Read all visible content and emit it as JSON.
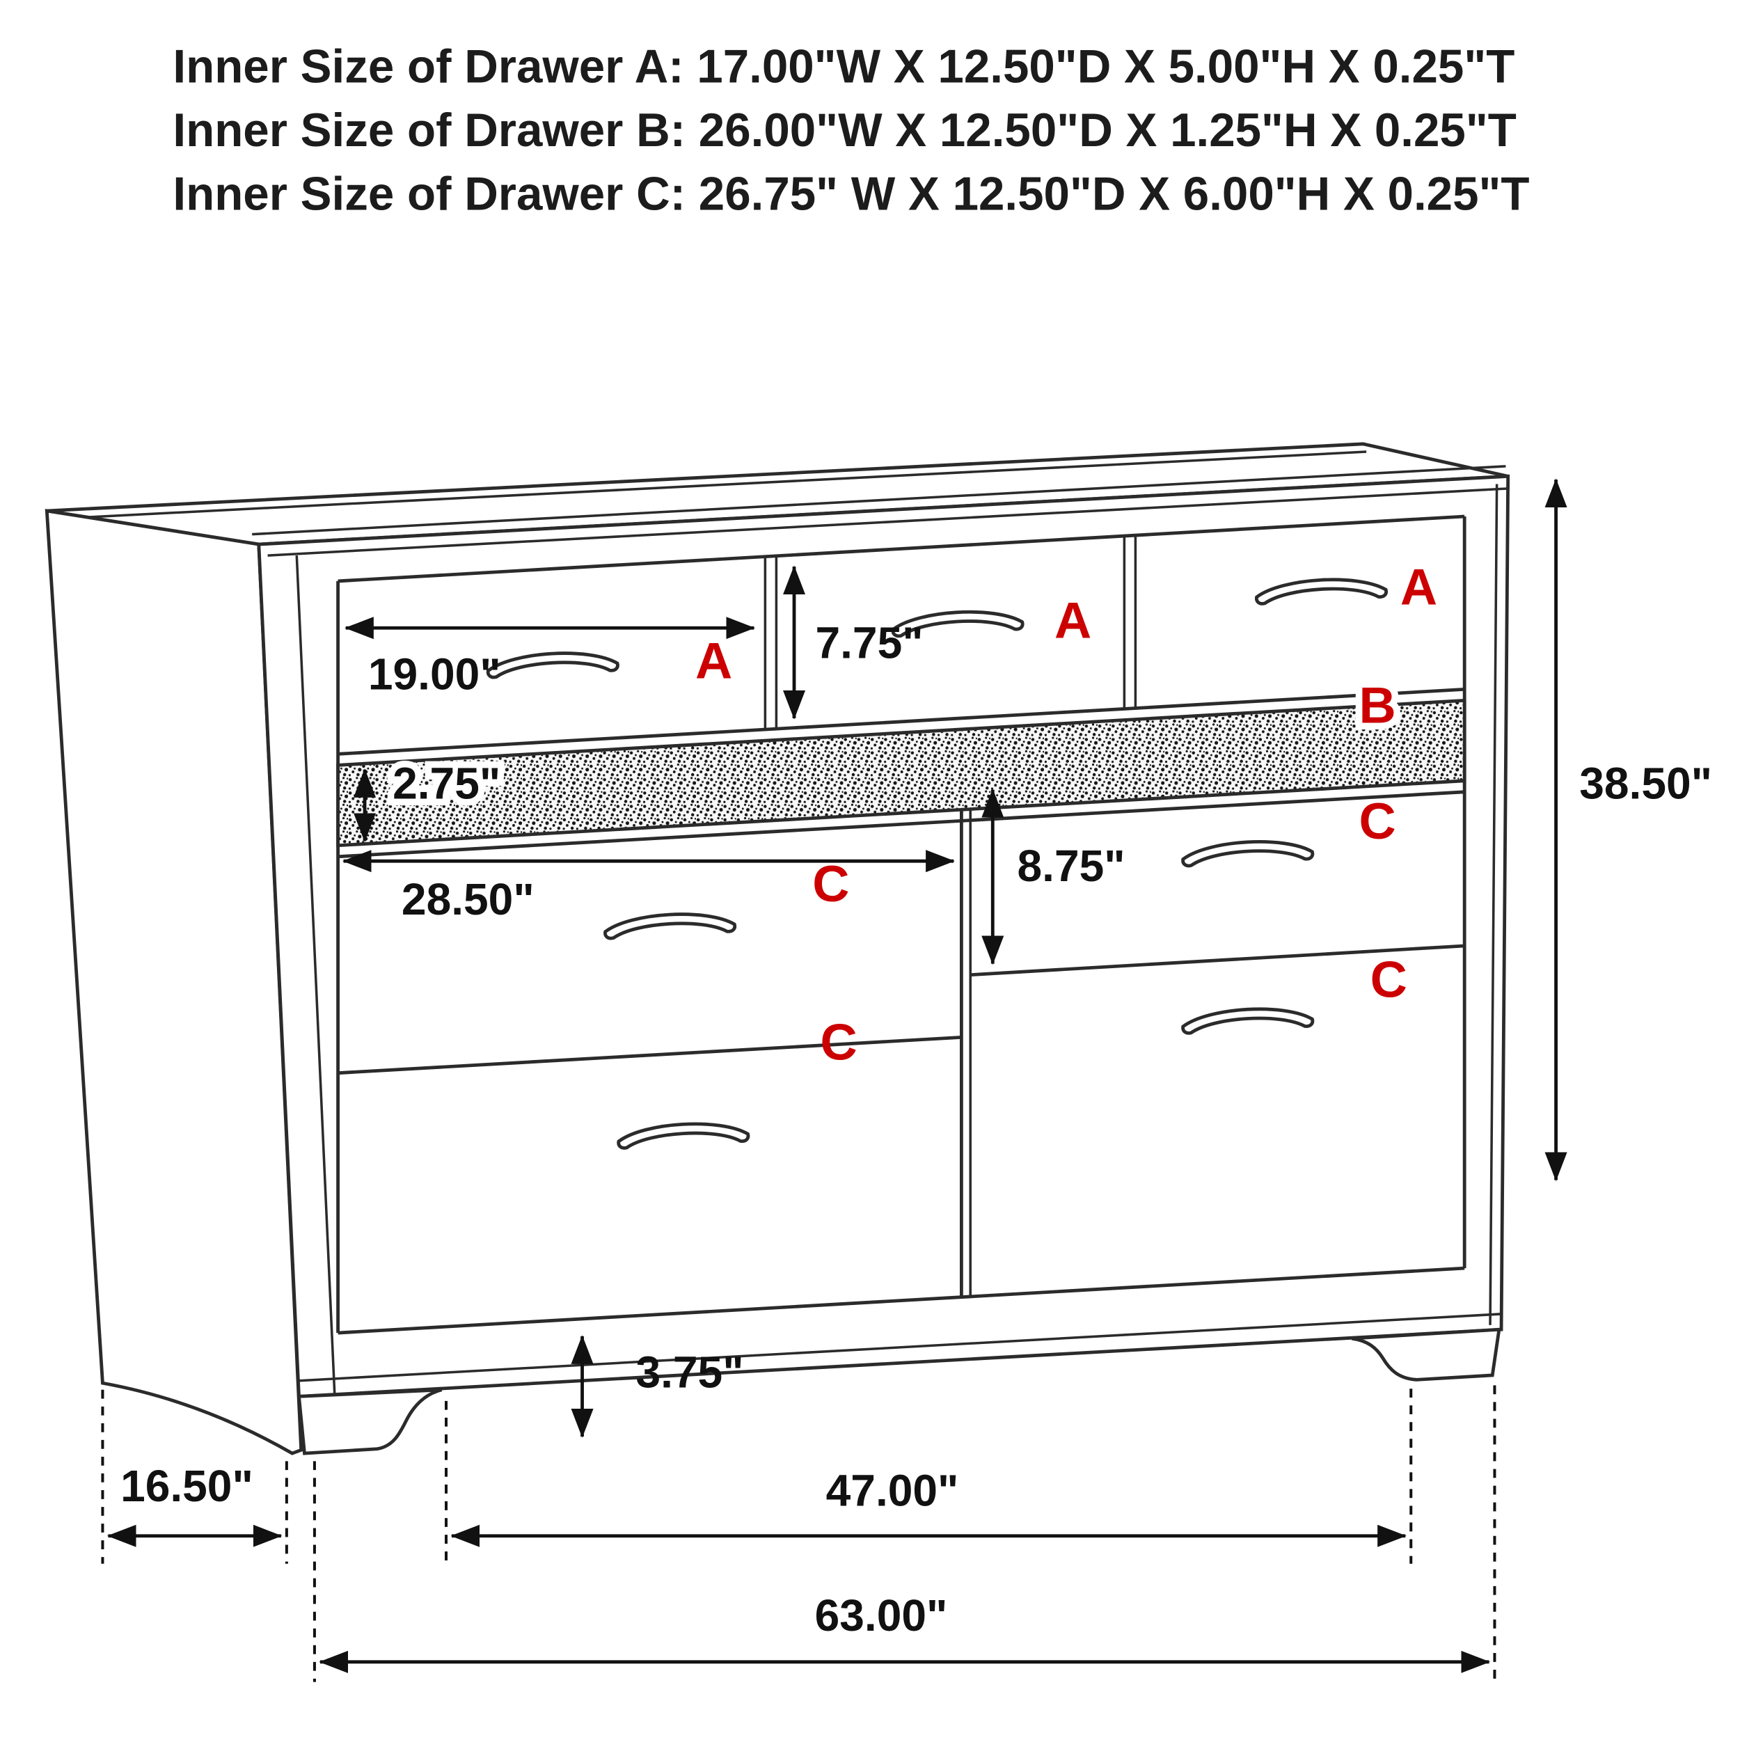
{
  "page": {
    "background": "#ffffff"
  },
  "colors": {
    "label_red": "#cc0000",
    "line": "#2b2b2b",
    "text": "#111111"
  },
  "header": {
    "line1": "Inner Size of Drawer A: 17.00\"W X 12.50\"D X 5.00\"H X 0.25\"T",
    "line2": "Inner Size of Drawer B: 26.00\"W X 12.50\"D X 1.25\"H X 0.25\"T",
    "line3": "Inner Size of Drawer C: 26.75\" W X 12.50\"D X 6.00\"H X 0.25\"T"
  },
  "drawer_labels": {
    "a1": "A",
    "a2": "A",
    "a3": "A",
    "b": "B",
    "c_top_left": "C",
    "c_top_right": "C",
    "c_bottom_left": "C",
    "c_bottom_right": "C"
  },
  "dimensions": {
    "drawer_a_width": "19.00\"",
    "drawer_a_front_height": "7.75\"",
    "trim_height": "2.75\"",
    "drawer_c_width": "28.50\"",
    "drawer_c_front_height": "8.75\"",
    "overall_height": "38.50\"",
    "foot_height": "3.75\"",
    "overall_depth": "16.50\"",
    "between_legs_width": "47.00\"",
    "overall_width": "63.00\""
  }
}
